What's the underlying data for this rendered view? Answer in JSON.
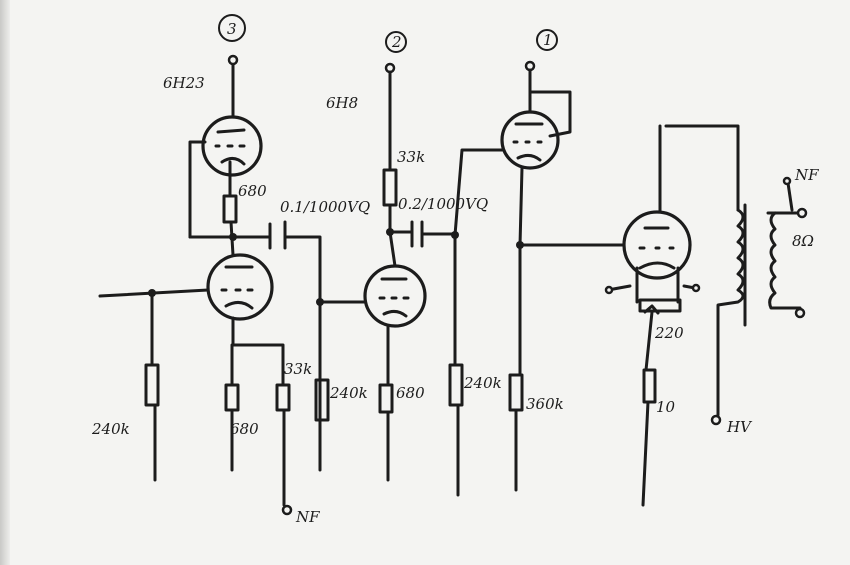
{
  "diagram": {
    "type": "hand-drawn vacuum tube amplifier schematic",
    "stage_labels": [
      "3",
      "2",
      "1"
    ],
    "tube_labels": {
      "stage3": "6H23",
      "stage2": "6H8"
    },
    "components": {
      "r_cathode_v3a": "680",
      "c_coupling_1": "0.1/1000VQ",
      "r_plate_v2": "33k",
      "c_coupling_2": "0.2/1000VQ",
      "r_grid_input": "240k",
      "r_cathode_v3b": "680",
      "r_feedback": "33k",
      "r_grid_v2": "240k",
      "r_cathode_v2": "680",
      "r_grid_v1": "240k",
      "r_cathode_v1": "360k",
      "r_output_cathode": "220",
      "r_output_series": "10"
    },
    "terminals": {
      "hv": "HV",
      "nf_input": "NF",
      "nf_output": "NF",
      "speaker": "8Ω"
    }
  }
}
